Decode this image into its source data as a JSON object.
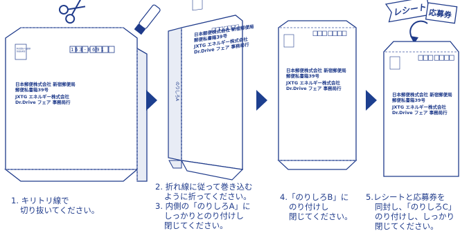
{
  "steps": [
    {
      "id": "1",
      "lines": [
        "1. キリトリ線で",
        "切り抜いてください。"
      ]
    },
    {
      "id": "2",
      "lines": [
        "2. 折れ線に従って巻き込む",
        "ように折ってください。",
        "3. 内側の「のりしろA」に",
        "しっかりとのり付けし",
        "閉じてください。"
      ]
    },
    {
      "id": "4",
      "lines": [
        "4.「のりしろB」に",
        "のり付けし",
        "閉じてください。"
      ]
    },
    {
      "id": "5",
      "lines": [
        "5.レシートと応募券を",
        "同封し、「のりしろC」",
        "のり付けし、しっかり",
        "閉じてください。"
      ]
    }
  ],
  "envelope": {
    "zip_code": "163-8691",
    "stamp_lines": [
      "料金受取人払郵便",
      "新宿局承認"
    ],
    "address_lines": [
      "日本郵便株式会社 新宿郵便局",
      "郵便私書箱39号",
      "JXTG エネルギー株式会社",
      "Dr.Drive フェア 事務局行"
    ]
  },
  "glue_label_a": "のりしろA",
  "tag_receipt": "レシート",
  "tag_ticket": "応募券",
  "colors": {
    "ink": "#1e3a8a",
    "arrow": "#1d3f8f",
    "shade": "#e8ecf5",
    "dash": "#6b7fb8"
  }
}
